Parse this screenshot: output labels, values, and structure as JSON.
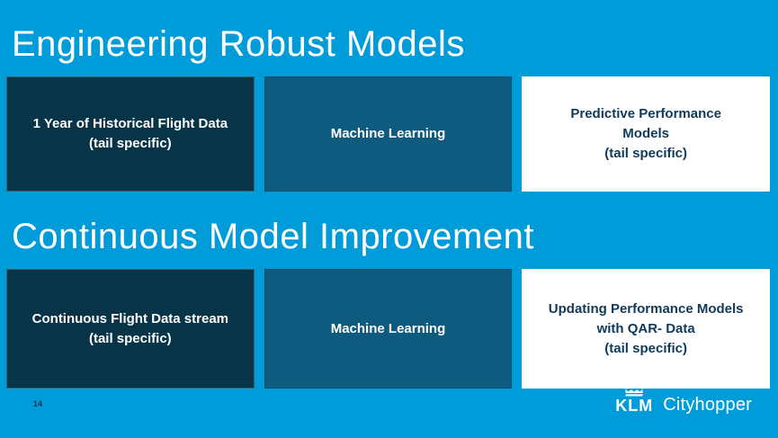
{
  "colors": {
    "background": "#009BD9",
    "box_dark": "#073447",
    "box_medium": "#0F5B80",
    "box_light": "#FFFFFF",
    "text_on_dark": "#FFFFFF",
    "text_on_light": "#0F3A5A"
  },
  "sections": [
    {
      "heading": "Engineering Robust Models",
      "boxes": [
        {
          "lines": [
            "1 Year of Historical Flight Data",
            "(tail specific)"
          ]
        },
        {
          "lines": [
            "Machine Learning"
          ]
        },
        {
          "lines": [
            "Predictive Performance",
            "Models",
            "(tail specific)"
          ]
        }
      ]
    },
    {
      "heading": "Continuous Model Improvement",
      "boxes": [
        {
          "lines": [
            "Continuous Flight Data stream",
            "(tail specific)"
          ]
        },
        {
          "lines": [
            "Machine Learning"
          ]
        },
        {
          "lines": [
            "Updating Performance Models",
            "with QAR- Data",
            "(tail specific)"
          ]
        }
      ]
    }
  ],
  "footer": {
    "page_number": "14",
    "logo": {
      "brand": "KLM",
      "product": "Cityhopper",
      "icon": "klm-crown-icon"
    }
  }
}
